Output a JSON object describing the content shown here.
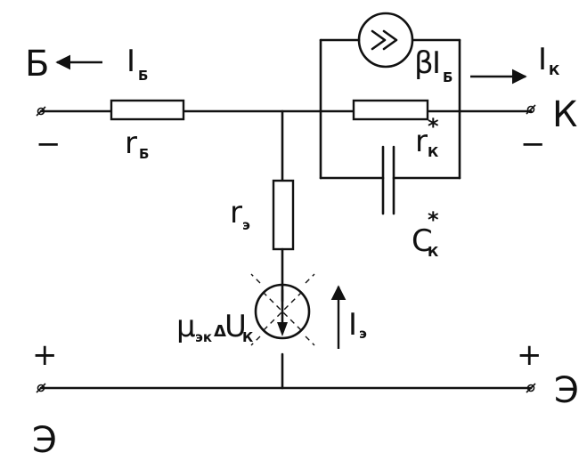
{
  "nodes": {
    "base": {
      "name": "Б",
      "polarity": "−"
    },
    "collector": {
      "name": "К",
      "polarity": "−"
    },
    "emitter_left": {
      "name": "Э",
      "polarity": "+"
    },
    "emitter_right": {
      "name": "Э",
      "polarity": "+"
    }
  },
  "currents": {
    "base": {
      "symbol": "I",
      "sub": "Б"
    },
    "collector": {
      "symbol": "I",
      "sub": "К"
    },
    "emitter": {
      "symbol": "I",
      "sub": "э"
    }
  },
  "components": {
    "r_base": {
      "symbol": "r",
      "sub": "Б"
    },
    "r_emitter": {
      "symbol": "r",
      "sub": "э"
    },
    "r_collector": {
      "symbol": "r",
      "sup": "*",
      "sub": "К"
    },
    "c_collector": {
      "symbol": "C",
      "sup": "*",
      "sub": "К"
    },
    "current_source": {
      "coef": "β",
      "symbol": "I",
      "sub": "Б"
    },
    "voltage_source": {
      "coef": "μ",
      "coef_sub": "эк",
      "delta": "Δ",
      "symbol": "U",
      "sub": "К"
    }
  }
}
